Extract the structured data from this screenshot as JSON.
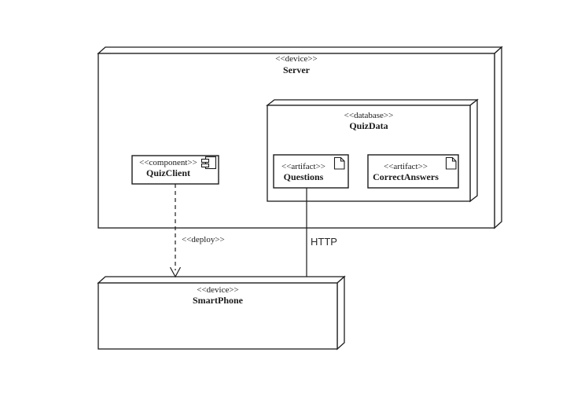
{
  "diagram": {
    "kind": "UML deployment diagram",
    "background": "#ffffff",
    "line_color": "#1c1c1c"
  },
  "nodes": {
    "server": {
      "stereotype": "<<device>>",
      "name": "Server"
    },
    "quizData": {
      "stereotype": "<<database>>",
      "name": "QuizData"
    },
    "quizClient": {
      "stereotype": "<<component>>",
      "name": "QuizClient",
      "icon": "component-icon"
    },
    "questions": {
      "stereotype": "<<artifact>>",
      "name": "Questions",
      "icon": "artifact-icon"
    },
    "correctAnswers": {
      "stereotype": "<<artifact>>",
      "name": "CorrectAnswers",
      "icon": "artifact-icon"
    },
    "smartPhone": {
      "stereotype": "<<device>>",
      "name": "SmartPhone"
    }
  },
  "connectors": {
    "deploy": {
      "label": "<<deploy>>",
      "style": "dashed",
      "arrowhead": "open",
      "from": "QuizClient",
      "to": "SmartPhone"
    },
    "http": {
      "label": "HTTP",
      "style": "solid",
      "from": "Questions",
      "to": "SmartPhone"
    }
  }
}
